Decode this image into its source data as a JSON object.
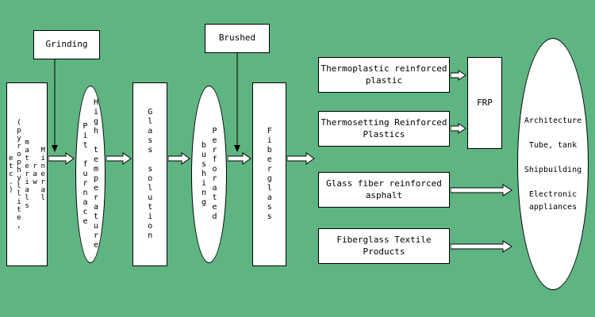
{
  "colors": {
    "background": "#5eb581",
    "shape_fill": "#ffffff",
    "line": "#000000",
    "arrow_fill": "#ffffff"
  },
  "flow": {
    "mineral_box": "Mineral\nraw\nmaterials\n(pyrophyllite,\netc.)",
    "grinding": "Grinding",
    "pit_furnace": "High temperature\nPit furnace",
    "glass_solution": "Glass solution",
    "brushed": "Brushed",
    "perforated_bushing": "Perforated\nbushing",
    "fiberglass": "Fiberglass"
  },
  "products": [
    {
      "label": "Thermoplastic reinforced\nplastic"
    },
    {
      "label": "Thermosetting Reinforced\nPlastics"
    },
    {
      "label": "Glass fiber reinforced\nasphalt"
    },
    {
      "label": "Fiberglass Textile\nProducts"
    }
  ],
  "frp": "FRP",
  "applications": "Architecture\n\nTube, tank\n\nShipbuilding\n\nElectronic\nappliances"
}
